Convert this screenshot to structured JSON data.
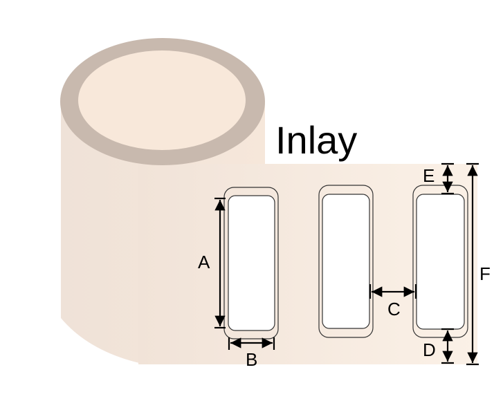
{
  "title": "Inlay",
  "dimensions": {
    "a": "A",
    "b": "B",
    "c": "C",
    "d": "D",
    "e": "E",
    "f": "F"
  },
  "colors": {
    "roll_ring": "#c8b9ae",
    "roll_core": "#f8e8da",
    "roll_body": "#efe2d8",
    "strip": "#f9ede1",
    "label": "#ffffff",
    "line": "#000000"
  }
}
